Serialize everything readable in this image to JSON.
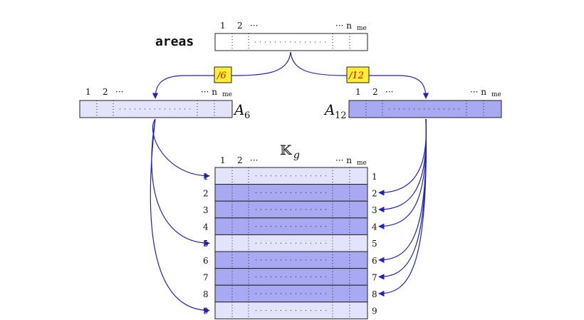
{
  "areas": {
    "label": "areas",
    "col_labels": [
      "1",
      "2",
      "···",
      "··· n",
      "me"
    ]
  },
  "a6": {
    "label": "A",
    "sub": "6",
    "col_labels": [
      "1",
      "2",
      "···",
      "··· n",
      "me"
    ],
    "filter": "/6"
  },
  "a12": {
    "label": "A",
    "sub": "12",
    "col_labels": [
      "1",
      "2",
      "···",
      "··· n",
      "me"
    ],
    "filter": "/12"
  },
  "kg": {
    "label": "𝕂",
    "sub": "g",
    "col_labels": [
      "1",
      "2",
      "···",
      "··· n",
      "me"
    ],
    "rows": [
      {
        "left": "1",
        "right": "1",
        "group": "A6"
      },
      {
        "left": "2",
        "right": "2",
        "group": "A12"
      },
      {
        "left": "3",
        "right": "3",
        "group": "A12"
      },
      {
        "left": "4",
        "right": "4",
        "group": "A12"
      },
      {
        "left": "5",
        "right": "5",
        "group": "A6"
      },
      {
        "left": "6",
        "right": "6",
        "group": "A12"
      },
      {
        "left": "7",
        "right": "7",
        "group": "A12"
      },
      {
        "left": "8",
        "right": "8",
        "group": "A12"
      },
      {
        "left": "9",
        "right": "9",
        "group": "A6"
      }
    ]
  },
  "colors": {
    "light_fill": "#e3e3fb",
    "dark_fill": "#a8a8f3",
    "arrow": "#2222bb",
    "filter_fill": "#ffee33",
    "filter_text": "#cc1100",
    "border": "#222222"
  }
}
